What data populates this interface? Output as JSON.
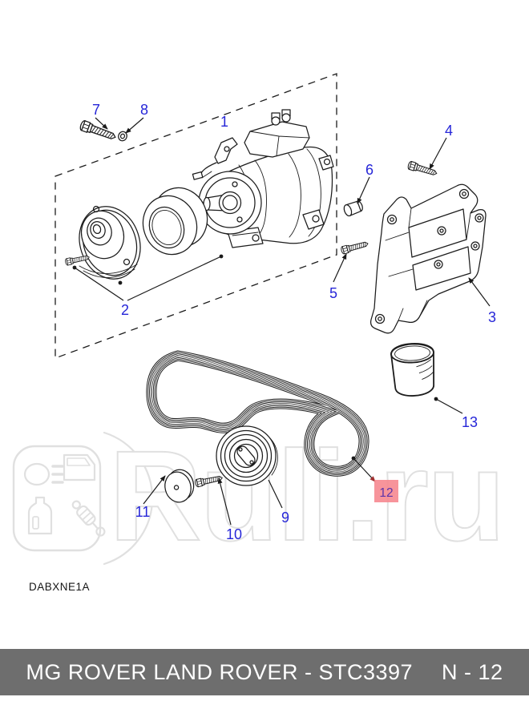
{
  "watermark": {
    "brand": "Ruli.ru",
    "logo_icons": [
      "headlight-icon",
      "car-door-icon",
      "oil-can-icon",
      "shock-absorber-icon"
    ]
  },
  "drawing_code": "DABXNE1A",
  "footer": {
    "title": "MG ROVER LAND ROVER - STC3397",
    "page": "N - 12"
  },
  "callouts": {
    "c1": {
      "label": "1"
    },
    "c2": {
      "label": "2"
    },
    "c3": {
      "label": "3"
    },
    "c4": {
      "label": "4"
    },
    "c5": {
      "label": "5"
    },
    "c6": {
      "label": "6"
    },
    "c7": {
      "label": "7"
    },
    "c8": {
      "label": "8"
    },
    "c9": {
      "label": "9"
    },
    "c10": {
      "label": "10"
    },
    "c11": {
      "label": "11"
    },
    "c12": {
      "label": "12"
    },
    "c13": {
      "label": "13"
    }
  },
  "highlight": {
    "label": "12",
    "note": "highlighted part callout"
  },
  "colors": {
    "callout": "#2626d8",
    "highlight_bg": "#f6858d",
    "highlight_text": "#5c33aa",
    "highlight_arrow": "#a03030",
    "leader": "#1a1a1a",
    "line": "#1c1c1c",
    "watermark": "#e0e0e0",
    "code_text": "#151515",
    "footer_bg": "#6e6e6e",
    "footer_text": "#ffffff"
  }
}
